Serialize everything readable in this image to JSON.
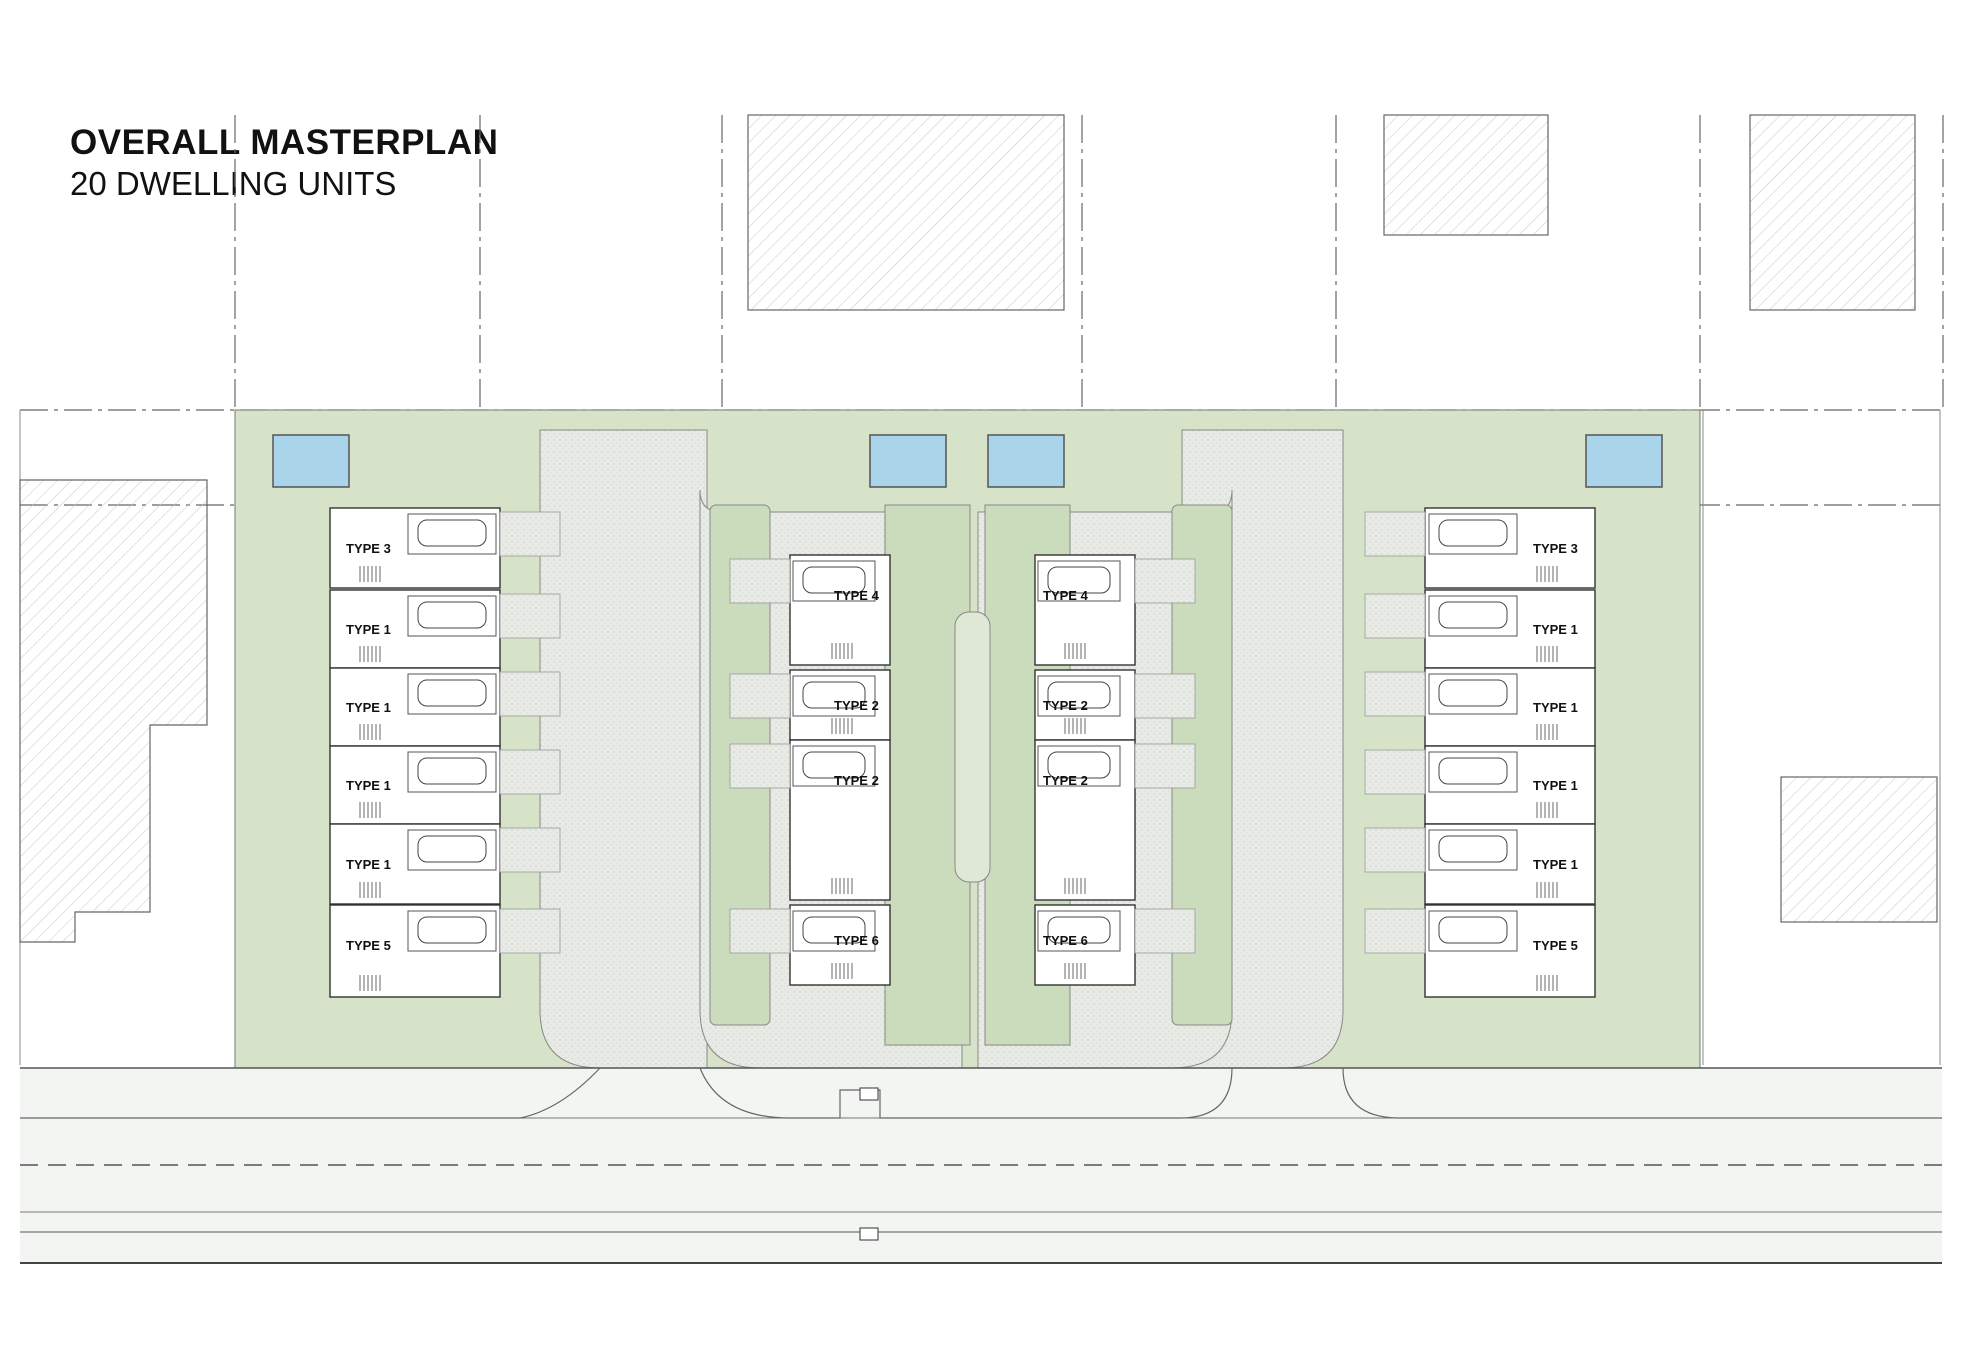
{
  "title": {
    "main": "OVERALL MASTERPLAN",
    "sub": "20 DWELLING UNITS"
  },
  "colors": {
    "site_green": "#d6e3c9",
    "landscape_green": "#cbdcbc",
    "paving_grey": "#e9ebe7",
    "pool_blue": "#a9d4ea",
    "line": "#555555",
    "property_line": "#8a5c9a",
    "unit_fill": "#ffffff"
  },
  "units": [
    {
      "label": "TYPE 3",
      "block": "A"
    },
    {
      "label": "TYPE 1",
      "block": "A"
    },
    {
      "label": "TYPE 1",
      "block": "A"
    },
    {
      "label": "TYPE 1",
      "block": "A"
    },
    {
      "label": "TYPE 1",
      "block": "A"
    },
    {
      "label": "TYPE 5",
      "block": "A"
    },
    {
      "label": "TYPE 4",
      "block": "B"
    },
    {
      "label": "TYPE 2",
      "block": "B"
    },
    {
      "label": "TYPE 2",
      "block": "B"
    },
    {
      "label": "TYPE 6",
      "block": "B"
    },
    {
      "label": "TYPE 4",
      "block": "C"
    },
    {
      "label": "TYPE 2",
      "block": "C"
    },
    {
      "label": "TYPE 2",
      "block": "C"
    },
    {
      "label": "TYPE 6",
      "block": "C"
    },
    {
      "label": "TYPE 3",
      "block": "D"
    },
    {
      "label": "TYPE 1",
      "block": "D"
    },
    {
      "label": "TYPE 1",
      "block": "D"
    },
    {
      "label": "TYPE 1",
      "block": "D"
    },
    {
      "label": "TYPE 1",
      "block": "D"
    },
    {
      "label": "TYPE 5",
      "block": "D"
    }
  ]
}
